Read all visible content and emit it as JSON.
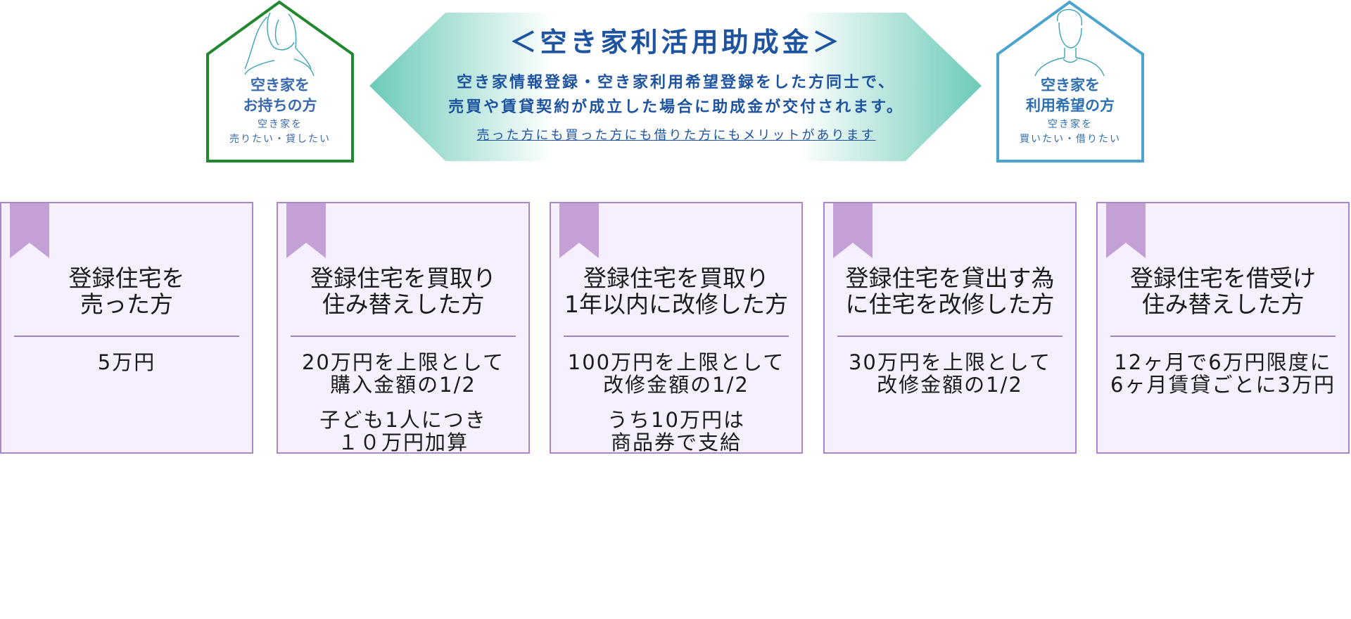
{
  "header": {
    "owner_house": {
      "title_line1": "空き家を",
      "title_line2": "お持ちの方",
      "sub_line1": "空き家を",
      "sub_line2": "売りたい・貸したい",
      "color": "#21882f"
    },
    "banner": {
      "title": "＜空き家利活用助成金＞",
      "desc_line1": "空き家情報登録・空き家利用希望登録をした方同士で、",
      "desc_line2": "売買や賃貸契約が成立した場合に助成金が交付されます。",
      "note": "売った方にも買った方にも借りた方にもメリットがあります",
      "color": "#7fd0c4"
    },
    "user_house": {
      "title_line1": "空き家を",
      "title_line2": "利用希望の方",
      "sub_line1": "空き家を",
      "sub_line2": "買いたい・借りたい",
      "color": "#4ba4cf"
    }
  },
  "cards": [
    {
      "title_line1": "登録住宅を",
      "title_line2": "売った方",
      "body": [
        [
          "5万円"
        ]
      ]
    },
    {
      "title_line1": "登録住宅を買取り",
      "title_line2": "住み替えした方",
      "body": [
        [
          "20万円を上限として",
          "購入金額の1/2"
        ],
        [
          "子ども1人につき",
          "１０万円加算"
        ]
      ]
    },
    {
      "title_line1": "登録住宅を買取り",
      "title_line2": "1年以内に改修した方",
      "body": [
        [
          "100万円を上限として",
          "改修金額の1/2"
        ],
        [
          "うち10万円は",
          "商品券で支給"
        ]
      ]
    },
    {
      "title_line1": "登録住宅を貸出す為",
      "title_line2": "に住宅を改修した方",
      "body": [
        [
          "30万円を上限として",
          "改修金額の1/2"
        ]
      ]
    },
    {
      "title_line1": "登録住宅を借受け",
      "title_line2": "住み替えした方",
      "body": [
        [
          "12ヶ月で6万円限度に",
          "6ヶ月賃貸ごとに3万円"
        ]
      ]
    }
  ]
}
